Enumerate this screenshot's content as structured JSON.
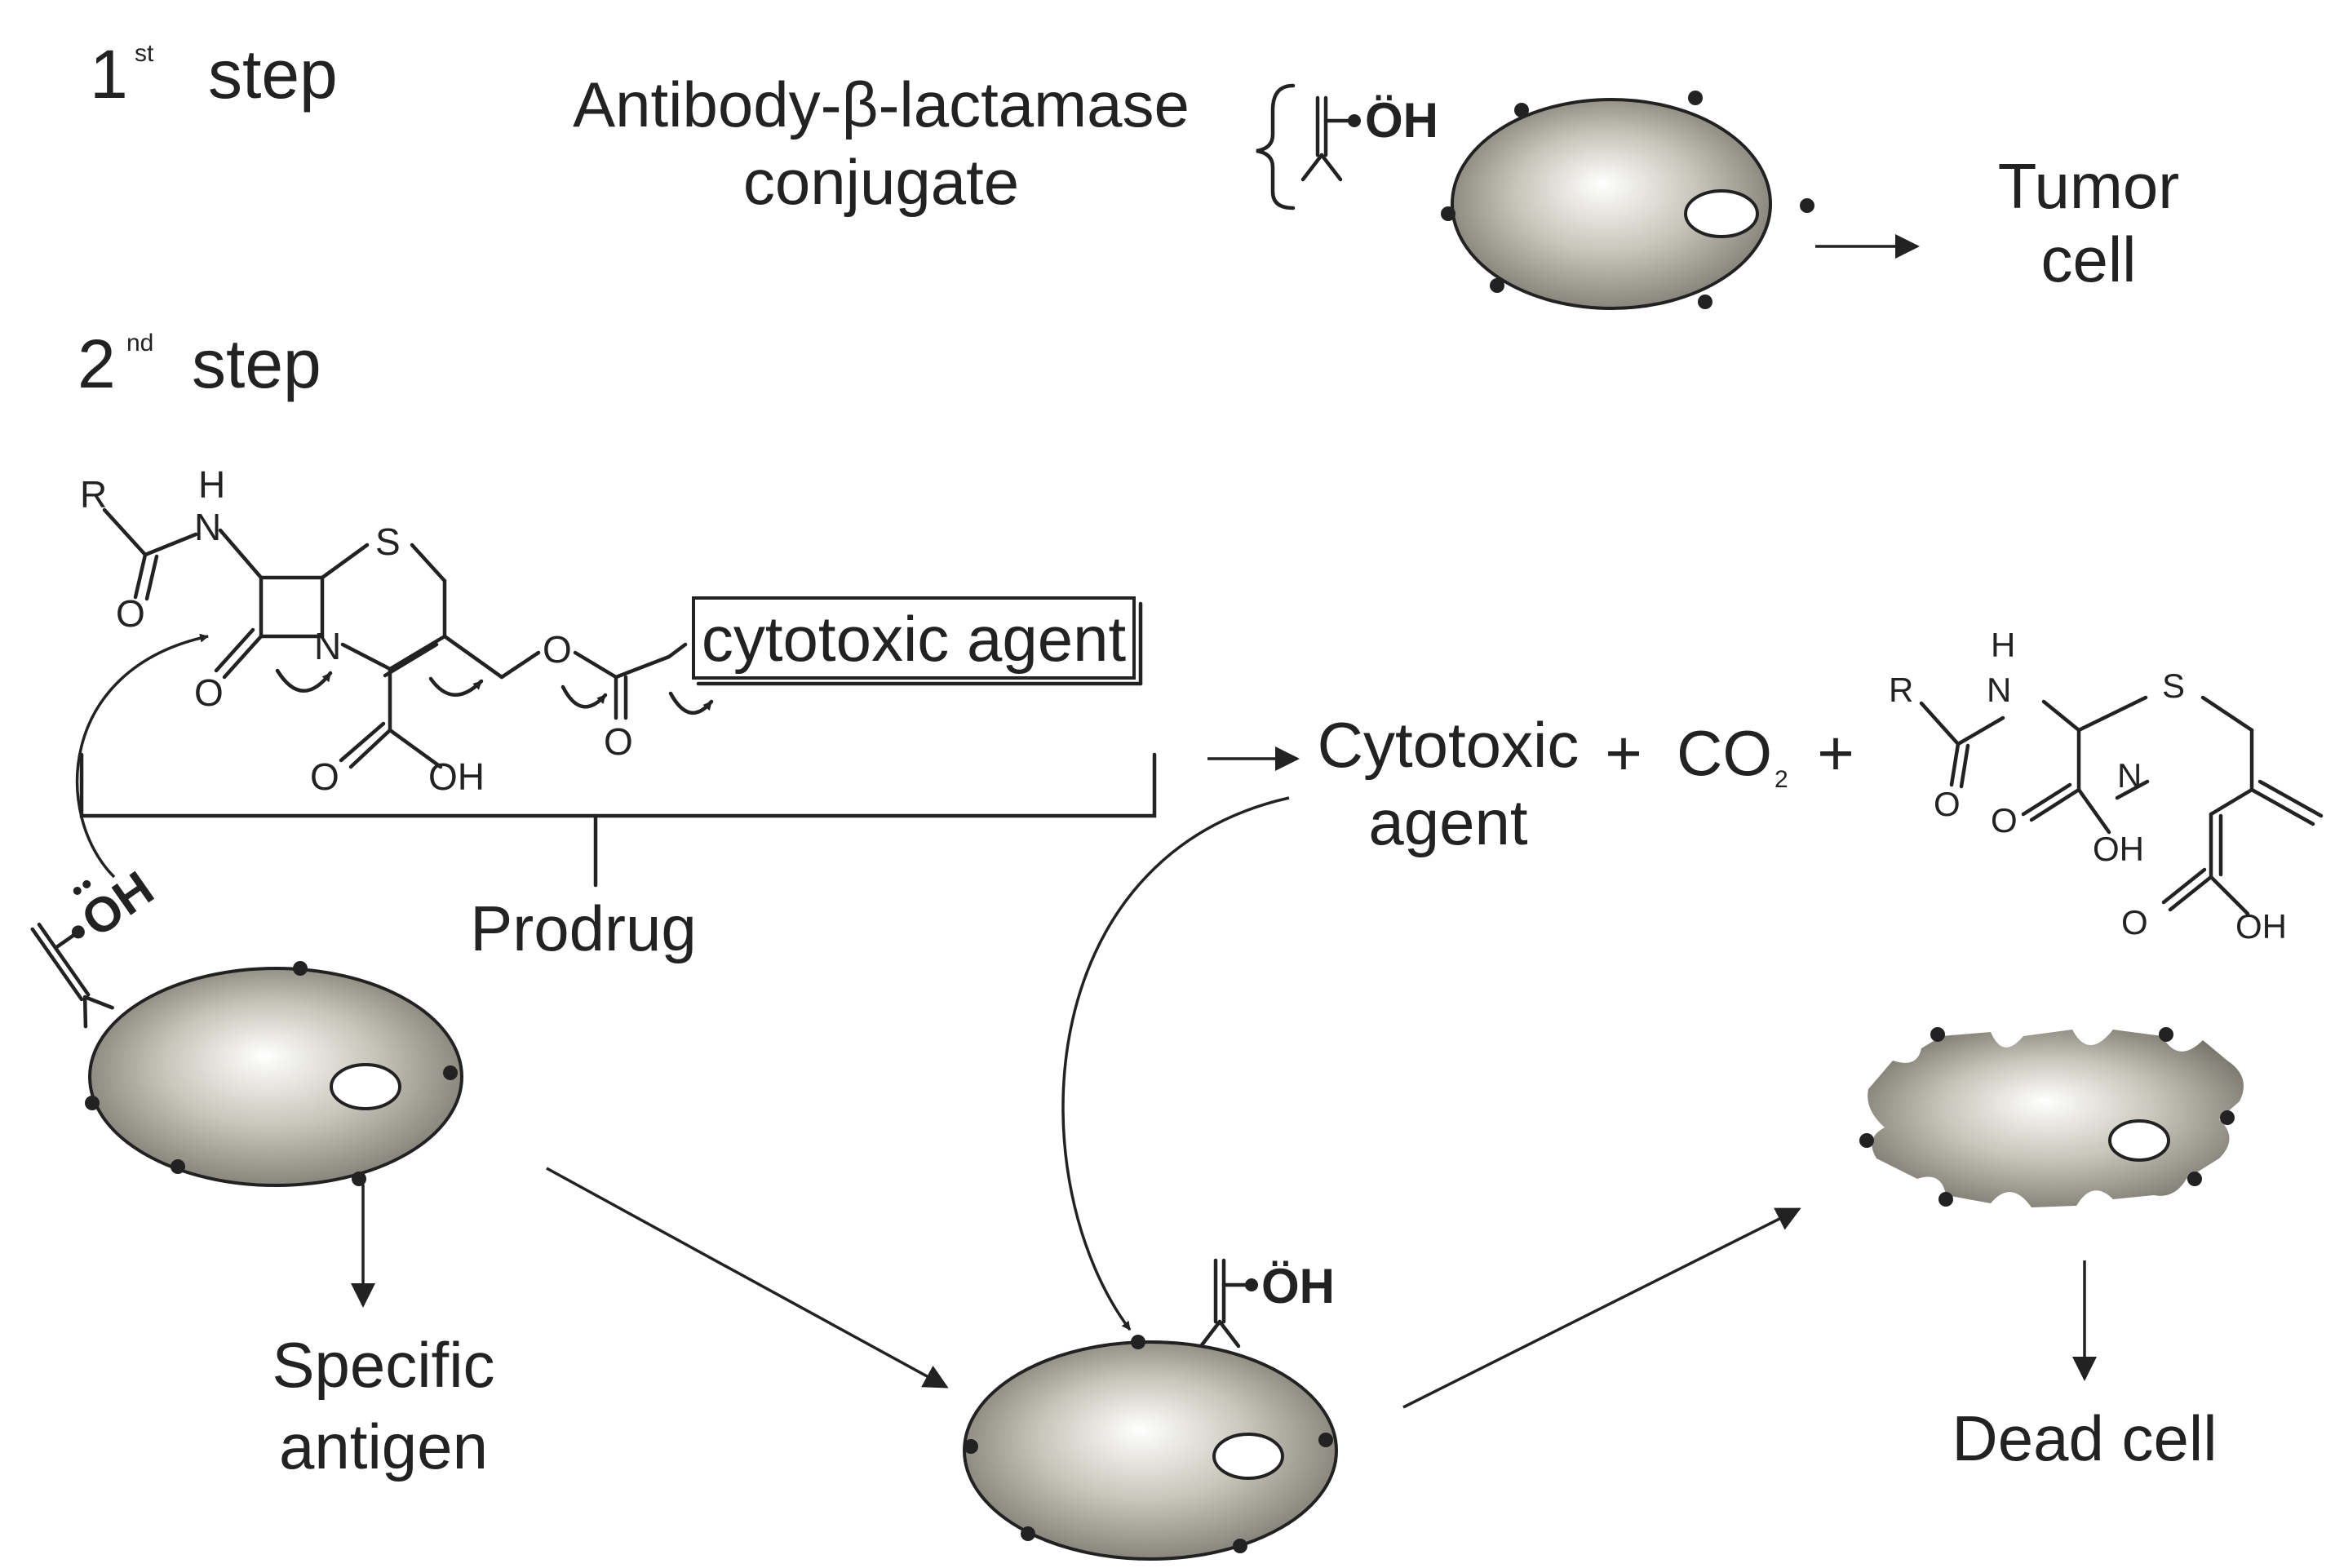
{
  "steps": {
    "first": {
      "number": "1",
      "suffix": "st",
      "word": "step"
    },
    "second": {
      "number": "2",
      "suffix": "nd",
      "word": "step"
    }
  },
  "labels": {
    "conjugate_line1": "Antibody-β-lactamase",
    "conjugate_line2": "conjugate",
    "tumor_line1": "Tumor",
    "tumor_line2": "cell",
    "cytotoxic_box": "cytotoxic agent",
    "prodrug": "Prodrug",
    "cytotoxic_line1": "Cytotoxic",
    "cytotoxic_line2": "agent",
    "plus_1": "+",
    "co2_main": "CO",
    "co2_sub": "2",
    "plus_2": "+",
    "specific_line1": "Specific",
    "specific_line2": "antigen",
    "dead_cell": "Dead cell"
  },
  "nucleophile": {
    "oh_label": "ÖH",
    "oh_label_rotated": "OH"
  },
  "prodrug_atoms": {
    "r": "R",
    "h": "H",
    "n_amide": "N",
    "o_amide": "O",
    "s": "S",
    "n_ring": "N",
    "o_lactam": "O",
    "o_ester": "O",
    "o_carbonyl": "O",
    "acid_o": "O",
    "acid_oh": "OH"
  },
  "product_atoms": {
    "r": "R",
    "h": "H",
    "n_amide": "N",
    "o_amide": "O",
    "s": "S",
    "n_ring": "N",
    "acid1_o": "O",
    "acid1_oh": "OH",
    "acid2_o": "O",
    "acid2_oh": "OH"
  },
  "colors": {
    "cell_highlight": "#ffffff",
    "cell_mid": "#c9c6bb",
    "cell_dark": "#6c6a60",
    "outline": "#222222",
    "text": "#222222"
  }
}
